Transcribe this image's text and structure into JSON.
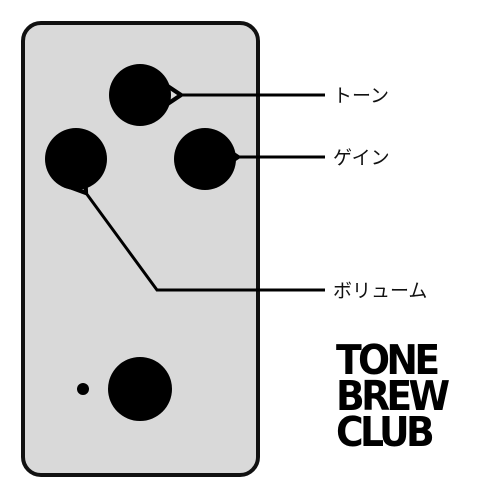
{
  "diagram": {
    "labels": {
      "tone": "トーン",
      "gain": "ゲイン",
      "volume": "ボリューム"
    },
    "logo_lines": [
      "TONE",
      "BREW",
      "CLUB"
    ],
    "colors": {
      "pedal_fill": "#d9d9d9",
      "pedal_stroke": "#111111",
      "knob": "#000000",
      "arrow": "#000000"
    }
  }
}
